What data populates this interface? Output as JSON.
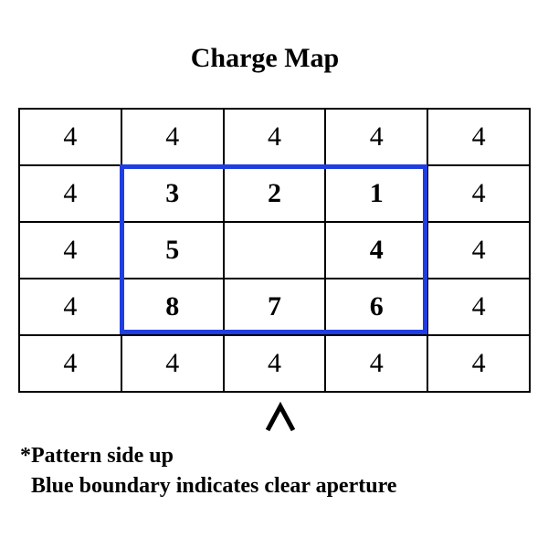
{
  "title": "Charge Map",
  "grid": {
    "rows": [
      [
        "4",
        "4",
        "4",
        "4",
        "4"
      ],
      [
        "4",
        "3",
        "2",
        "1",
        "4"
      ],
      [
        "4",
        "5",
        "",
        "4",
        "4"
      ],
      [
        "4",
        "8",
        "7",
        "6",
        "4"
      ],
      [
        "4",
        "4",
        "4",
        "4",
        "4"
      ]
    ]
  },
  "aperture": {
    "color": "#1f3de0"
  },
  "arrow": {
    "icon": "up-caret-icon",
    "glyph": "Λ"
  },
  "notes": {
    "line1": "*Pattern side up",
    "line2": "  Blue boundary indicates clear aperture"
  }
}
